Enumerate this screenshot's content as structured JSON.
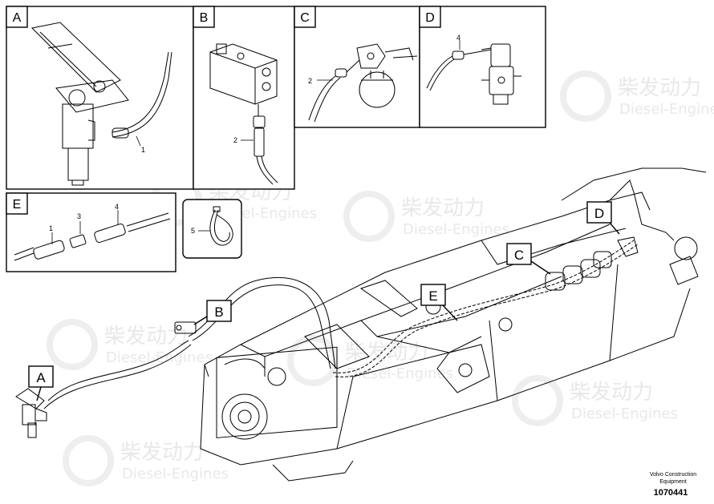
{
  "panels": {
    "a": {
      "letter": "A",
      "callouts": [
        "1"
      ]
    },
    "b": {
      "letter": "B",
      "callouts": [
        "2"
      ]
    },
    "c": {
      "letter": "C",
      "callouts": [
        "2"
      ]
    },
    "d": {
      "letter": "D",
      "callouts": [
        "4"
      ]
    },
    "e": {
      "letter": "E",
      "callouts": [
        "1",
        "3",
        "4"
      ]
    },
    "clamp": {
      "callouts": [
        "5"
      ]
    }
  },
  "main_callouts": {
    "a": "A",
    "b": "B",
    "c": "C",
    "d": "D",
    "e": "E"
  },
  "watermark": {
    "brand_cn": "柴发动力",
    "brand_en": "Diesel-Engines"
  },
  "footer": {
    "line1": "Volvo Construction",
    "line2": "Equipment",
    "part_number": "1070441"
  }
}
